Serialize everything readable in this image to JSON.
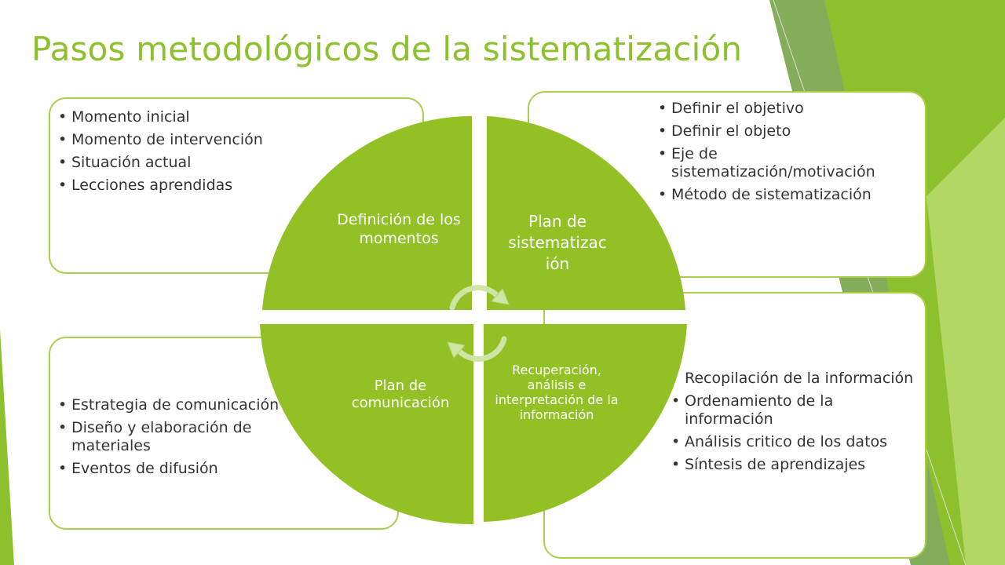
{
  "slide": {
    "title": "Pasos metodológicos de la sistematización"
  },
  "diagram": {
    "colors": {
      "accent": "#8dc02d",
      "quadrant_fill": "#93c125",
      "box_border": "#a9cf4b",
      "text": "#333333",
      "arrow": "#cfe5a6"
    },
    "quadrants": [
      {
        "position": "top-left",
        "label": "Definición de los momentos"
      },
      {
        "position": "top-right",
        "label": "Plan de sistematizac ión"
      },
      {
        "position": "bottom-left",
        "label": "Plan de comunicación"
      },
      {
        "position": "bottom-right",
        "label": "Recuperación, análisis e interpretación de la información"
      }
    ],
    "boxes": [
      {
        "position": "top-left",
        "items": [
          "Momento inicial",
          "Momento de intervención",
          "Situación actual",
          "Lecciones aprendidas"
        ]
      },
      {
        "position": "top-right",
        "items": [
          "Definir el objetivo",
          "Definir el objeto",
          "Eje de sistematización/motivación",
          "Método de sistematización"
        ]
      },
      {
        "position": "bottom-left",
        "items": [
          "Estrategia de comunicación",
          "Diseño y elaboración de materiales",
          "Eventos de difusión"
        ]
      },
      {
        "position": "bottom-right",
        "items": [
          "Recopilación de la información",
          "Ordenamiento de la información",
          "Análisis critico de los datos",
          "Síntesis de aprendizajes"
        ]
      }
    ],
    "center_icon": "cycle-arrows-icon"
  }
}
